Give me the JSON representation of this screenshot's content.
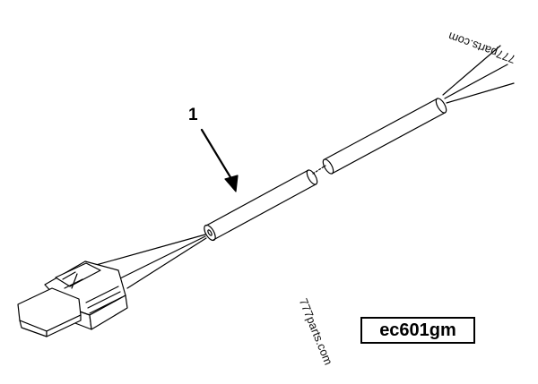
{
  "callout": {
    "number": "1"
  },
  "part_code": "ec601gm",
  "watermarks": {
    "top": "777parts.com",
    "bottom": "777parts.com"
  },
  "colors": {
    "line": "#000000",
    "background": "#ffffff"
  },
  "icons": {
    "arrow": "arrow-pointer-icon"
  }
}
